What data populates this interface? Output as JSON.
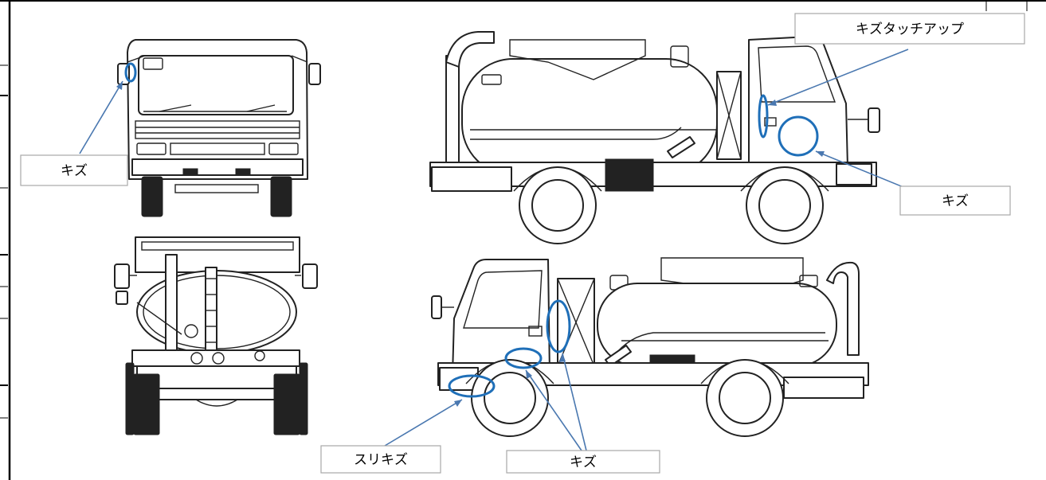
{
  "labels": {
    "front_scratch": "キズ",
    "touch_up": "キズタッチアップ",
    "side_scratch": "キズ",
    "scrape": "スリキズ",
    "lower_scratch": "キズ"
  },
  "colors": {
    "marker": "#1f6fb8",
    "pointer": "#4a78b0",
    "label_border": "#a8a8a8",
    "line_art": "#222222"
  }
}
